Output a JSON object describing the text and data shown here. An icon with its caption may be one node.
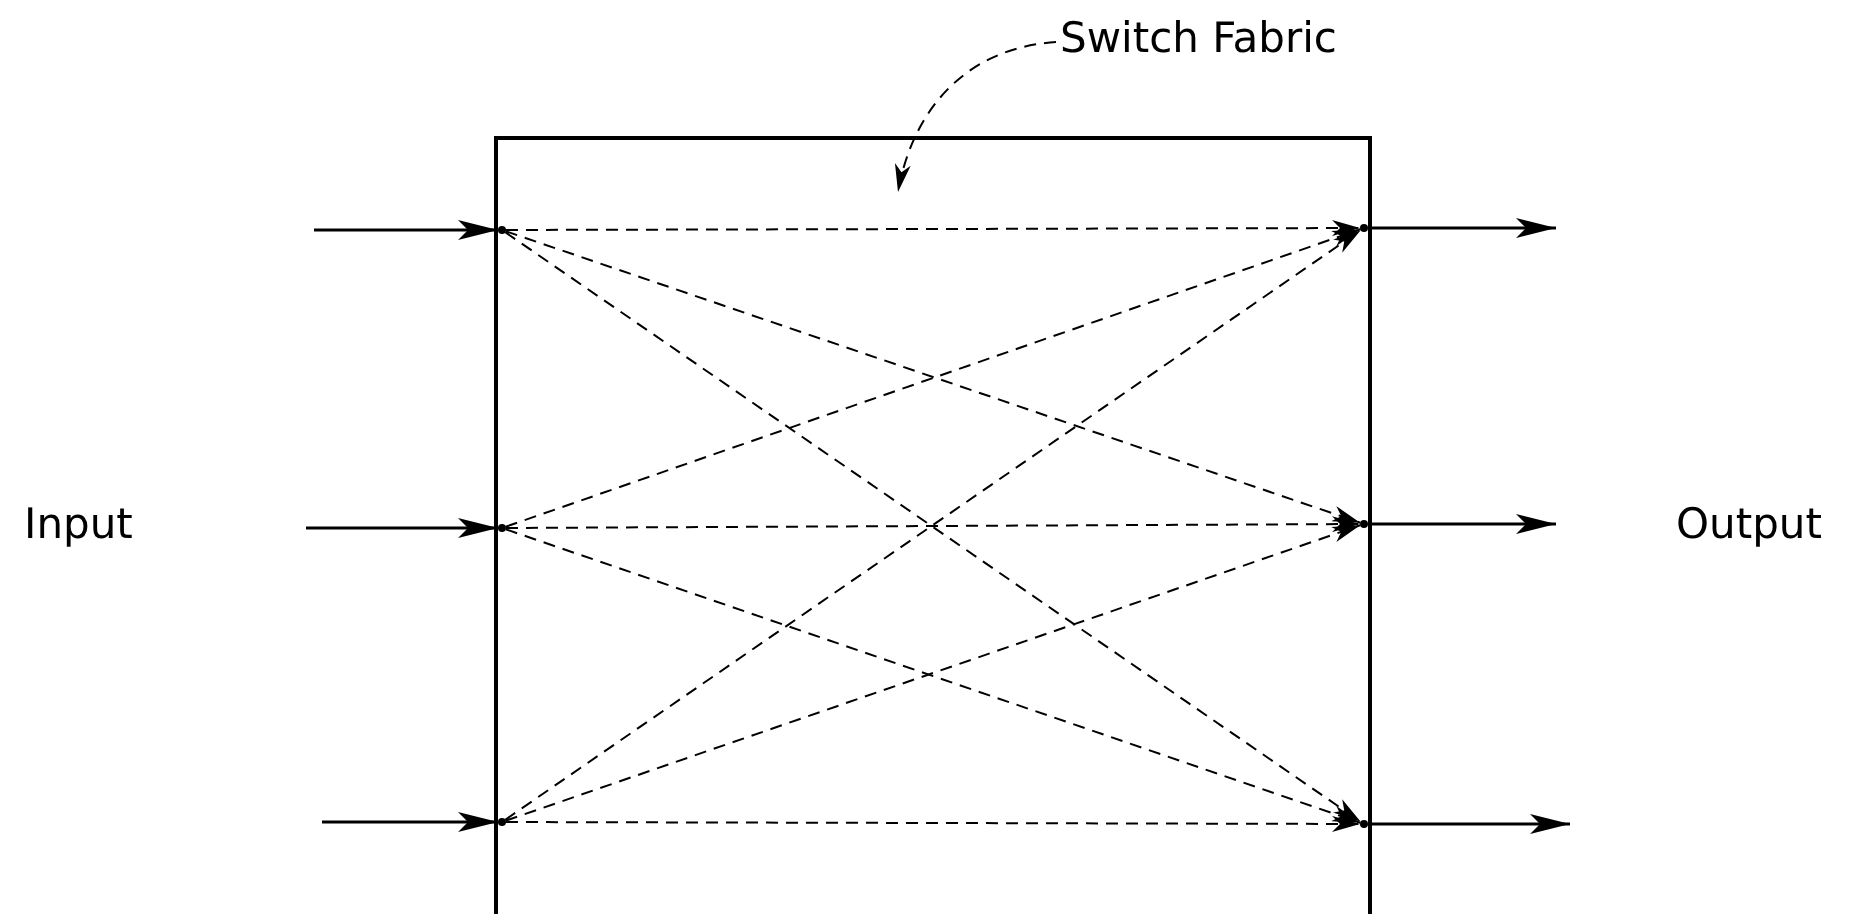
{
  "diagram": {
    "nodes": [
      {
        "text": [
          "Switch Fabric"
        ]
      },
      {
        "text": [],
        "shape": "box"
      },
      {
        "text": [],
        "shape": "dot",
        "in": 1
      },
      {
        "text": [],
        "shape": "dot",
        "in": 1
      },
      {
        "text": [],
        "shape": "dot",
        "in": 1
      },
      {
        "text": [],
        "shape": "dot",
        "in": 1
      },
      {
        "text": [],
        "shape": "dot",
        "in": 1
      },
      {
        "text": [],
        "shape": "dot",
        "in": 1
      }
    ],
    "edges": [
      {
        "from": 0,
        "to": 1,
        "arrow": "to",
        "style": "dashed"
      },
      {
        "from": null,
        "to": 2,
        "arrow": "to"
      },
      {
        "from": null,
        "to": 3,
        "arrow": "to"
      },
      {
        "from": null,
        "to": 4,
        "arrow": "to"
      },
      {
        "from": 2,
        "to": 5,
        "arrow": "to",
        "style": "dashed"
      },
      {
        "from": 2,
        "to": 6,
        "arrow": "to",
        "style": "dashed"
      },
      {
        "from": 2,
        "to": 7,
        "arrow": "to",
        "style": "dashed"
      },
      {
        "from": 3,
        "to": 5,
        "arrow": "to",
        "style": "dashed"
      },
      {
        "from": 3,
        "to": 6,
        "arrow": "to",
        "style": "dashed"
      },
      {
        "from": 3,
        "to": 7,
        "arrow": "to",
        "style": "dashed"
      },
      {
        "from": 4,
        "to": 5,
        "arrow": "to",
        "style": "dashed"
      },
      {
        "from": 4,
        "to": 6,
        "arrow": "to",
        "style": "dashed"
      },
      {
        "from": 4,
        "to": 7,
        "arrow": "to",
        "style": "dashed"
      },
      {
        "from": 5,
        "to": null,
        "arrow": "to"
      },
      {
        "from": 6,
        "to": null,
        "arrow": "to"
      },
      {
        "from": 7,
        "to": null,
        "arrow": "to"
      }
    ],
    "labels": [
      "Input",
      "Output"
    ]
  }
}
